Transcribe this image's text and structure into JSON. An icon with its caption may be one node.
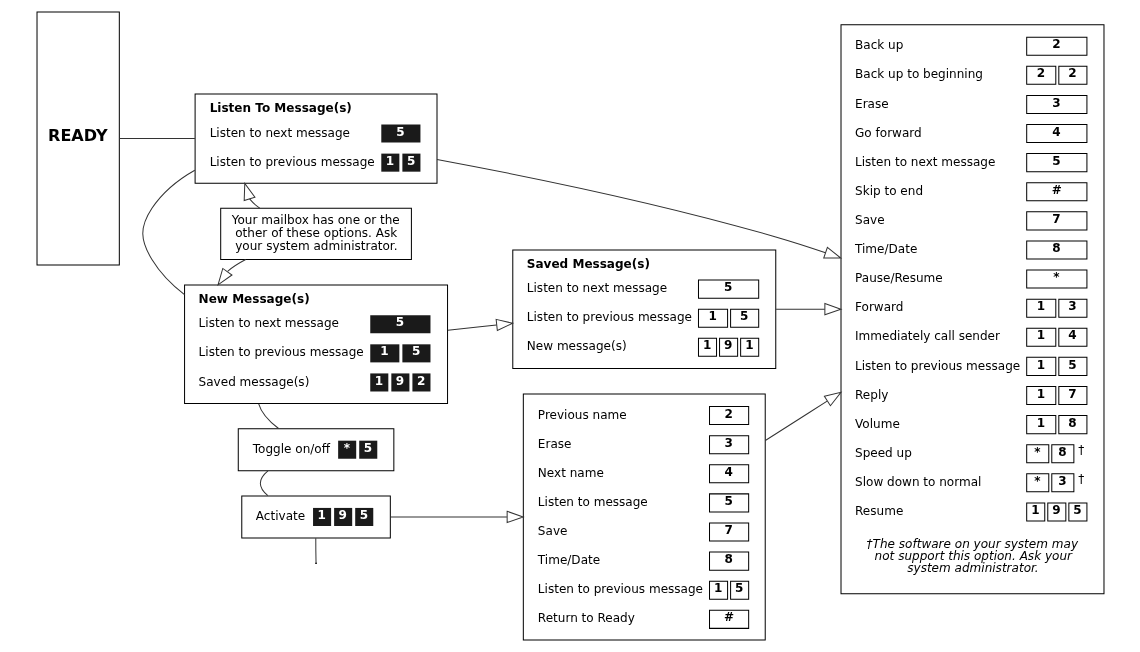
{
  "diagram": {
    "nodes": [
      {
        "text": [
          "READY"
        ]
      },
      {
        "text": [
          "Listen To Message(s)",
          "Listen to next message",
          "5",
          "Listen to previous message",
          "1",
          "5"
        ]
      },
      {
        "text": [
          "Your mailbox has one or the other of these options. Ask your system administrator."
        ]
      },
      {
        "text": [
          "New Message(s)",
          "Listen to next message",
          "5",
          "Listen to previous message",
          "1",
          "5",
          "Saved message(s)",
          "1",
          "9",
          "2"
        ]
      },
      {
        "text": [
          "Saved Message(s)",
          "Listen to next message",
          "5",
          "Listen to previous message",
          "1",
          "5",
          "New message(s)",
          "1",
          "9",
          "1"
        ]
      },
      {
        "text": [
          "Toggle on/off",
          "*",
          "5"
        ]
      },
      {
        "text": [
          "Activate",
          "1",
          "9",
          "5"
        ]
      },
      {
        "text": [
          "Previous name",
          "2",
          "Erase",
          "3",
          "Next name",
          "4",
          "Listen to message",
          "5",
          "Save",
          "7",
          "Time/Date",
          "8",
          "Listen to previous message",
          "1",
          "5",
          "Return to Ready",
          "#"
        ]
      },
      {
        "text": [
          "Back up",
          "2",
          "Back up to beginning",
          "2",
          "2",
          "Erase",
          "3",
          "Go forward",
          "4",
          "Listen to next message",
          "5",
          "Skip to end",
          "#",
          "Save",
          "7",
          "Time/Date",
          "8",
          "Pause/Resume",
          "*",
          "Forward",
          "1",
          "3",
          "Immediately call sender",
          "1",
          "4",
          "Listen to previous message",
          "1",
          "5",
          "Reply",
          "1",
          "7",
          "Volume",
          "1",
          "8",
          "Speed up",
          "*",
          "8",
          "†",
          "Slow down to normal",
          "*",
          "3",
          "†",
          "Resume",
          "1",
          "9",
          "5",
          "†The software on your system may not support this option. Ask your system administrator."
        ]
      }
    ],
    "edges": [
      {
        "from": 0,
        "to": 1,
        "arrow": "none"
      },
      {
        "from": 1,
        "to": 3,
        "arrow": "none"
      },
      {
        "from": 3,
        "to": 5,
        "arrow": "none"
      },
      {
        "from": 5,
        "to": 6,
        "arrow": "none"
      },
      {
        "from": 6,
        "to": null,
        "arrow": "none"
      },
      {
        "from": 2,
        "to": 1,
        "arrow": "to"
      },
      {
        "from": 2,
        "to": 3,
        "arrow": "to"
      },
      {
        "from": 1,
        "to": 8,
        "arrow": "to"
      },
      {
        "from": 3,
        "to": 4,
        "arrow": "to"
      },
      {
        "from": 4,
        "to": 8,
        "arrow": "to"
      },
      {
        "from": 6,
        "to": 7,
        "arrow": "to"
      },
      {
        "from": 7,
        "to": 8,
        "arrow": "to"
      }
    ]
  }
}
